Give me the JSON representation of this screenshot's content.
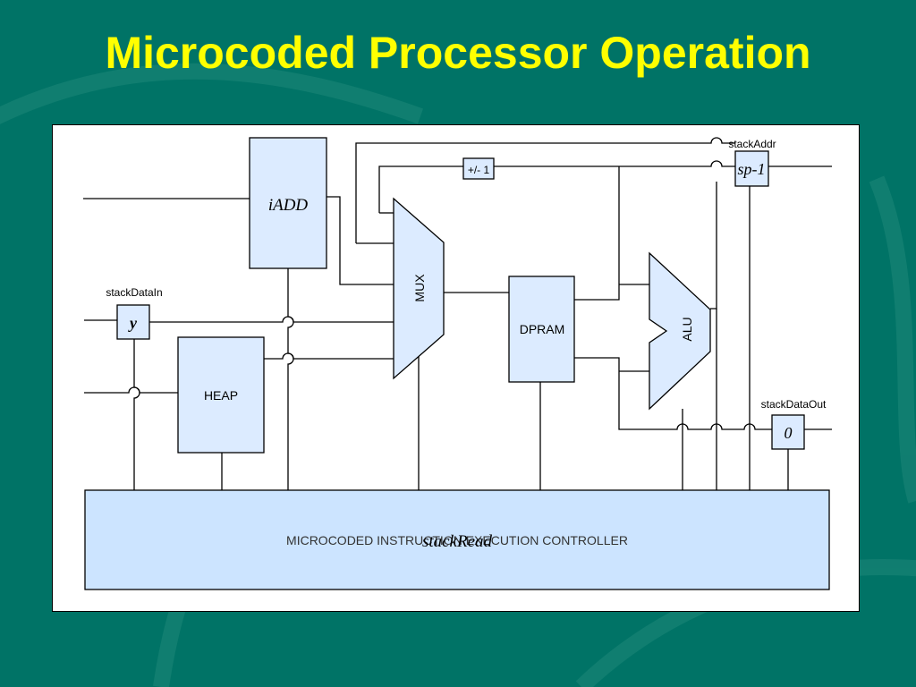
{
  "slide": {
    "title": "Microcoded Processor Operation",
    "colors": {
      "background": "#007366",
      "title": "#FFFF00",
      "block_fill": "#DCEBFF",
      "controller_fill": "#CCE4FF"
    }
  },
  "diagram": {
    "blocks": {
      "iadd": "iADD",
      "heap": "HEAP",
      "mux": "MUX",
      "dpram": "DPRAM",
      "alu": "ALU",
      "incdec": "+/- 1",
      "controller": "MICROCODED INSTRUCTION EXECUTION CONTROLLER",
      "controller_overlay": "stackRead"
    },
    "registers": {
      "stack_data_in": {
        "label": "stackDataIn",
        "value": "y"
      },
      "stack_addr": {
        "label": "stackAddr",
        "value": "sp-1"
      },
      "stack_data_out": {
        "label": "stackDataOut",
        "value": "0"
      }
    }
  }
}
